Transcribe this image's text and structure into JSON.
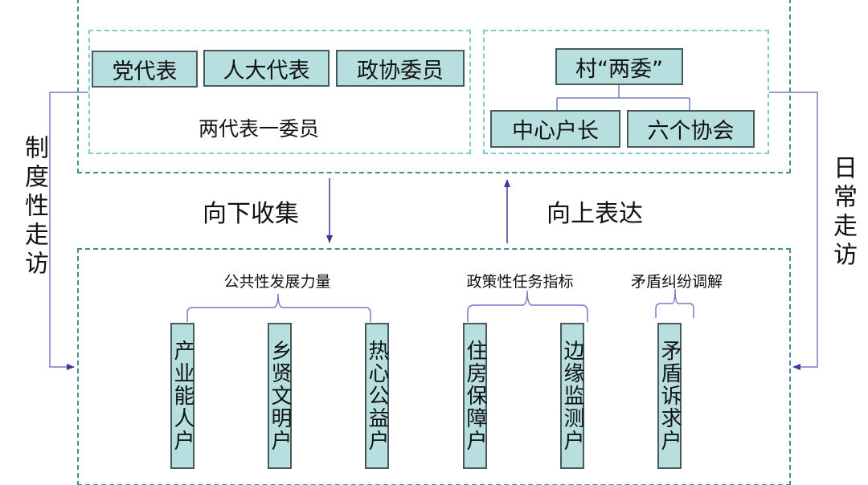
{
  "top": {
    "left_group": {
      "items": [
        "党代表",
        "人大代表",
        "政协委员"
      ],
      "caption": "两代表一委员"
    },
    "right_group": {
      "head": "村“两委”",
      "items": [
        "中心户长",
        "六个协会"
      ]
    }
  },
  "flows": {
    "down": "向下收集",
    "up": "向上表达"
  },
  "sides": {
    "left": "制度性走访",
    "right": "日常走访"
  },
  "bottom": {
    "groups": [
      {
        "label": "公共性发展力量",
        "items": [
          "产业能人户",
          "乡贤文明户",
          "热心公益户"
        ]
      },
      {
        "label": "政策性任务指标",
        "items": [
          "住房保障户",
          "边缘监测户"
        ]
      },
      {
        "label": "矛盾纠纷调解",
        "items": [
          "矛盾诉求户"
        ]
      }
    ]
  },
  "colors": {
    "box_fill": "#b8dfe0",
    "outer_dash": "#3c9290",
    "inner_dash": "#7ccfd0",
    "connector": "#7a78c8",
    "arrow": "#3a3a9a"
  }
}
